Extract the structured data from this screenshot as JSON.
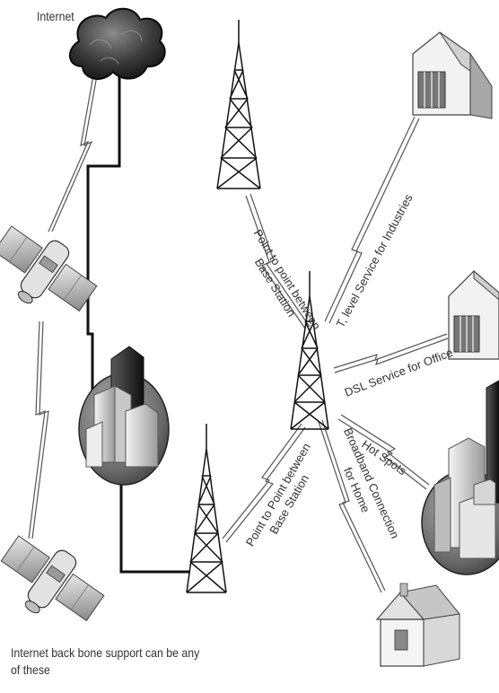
{
  "labels": {
    "internet": "Internet",
    "p2p_top_line1": "Point to point between",
    "p2p_top_line2": "Base Station",
    "t1_service": "T, level Service for Industries",
    "dsl_service": "DSL Service for Office",
    "hot_spots": "Hot Spots",
    "broadband_line1": "Broadband Connection",
    "broadband_line2": "for Home",
    "p2p_bottom_line1": "Point to Point between",
    "p2p_bottom_line2": "Base Station",
    "backbone_caption": "Internet back bone support can be any of these"
  },
  "icons": [
    "cloud-icon",
    "satellite-icon",
    "tower-icon",
    "building-icon",
    "house-icon",
    "lightning-link-icon"
  ]
}
